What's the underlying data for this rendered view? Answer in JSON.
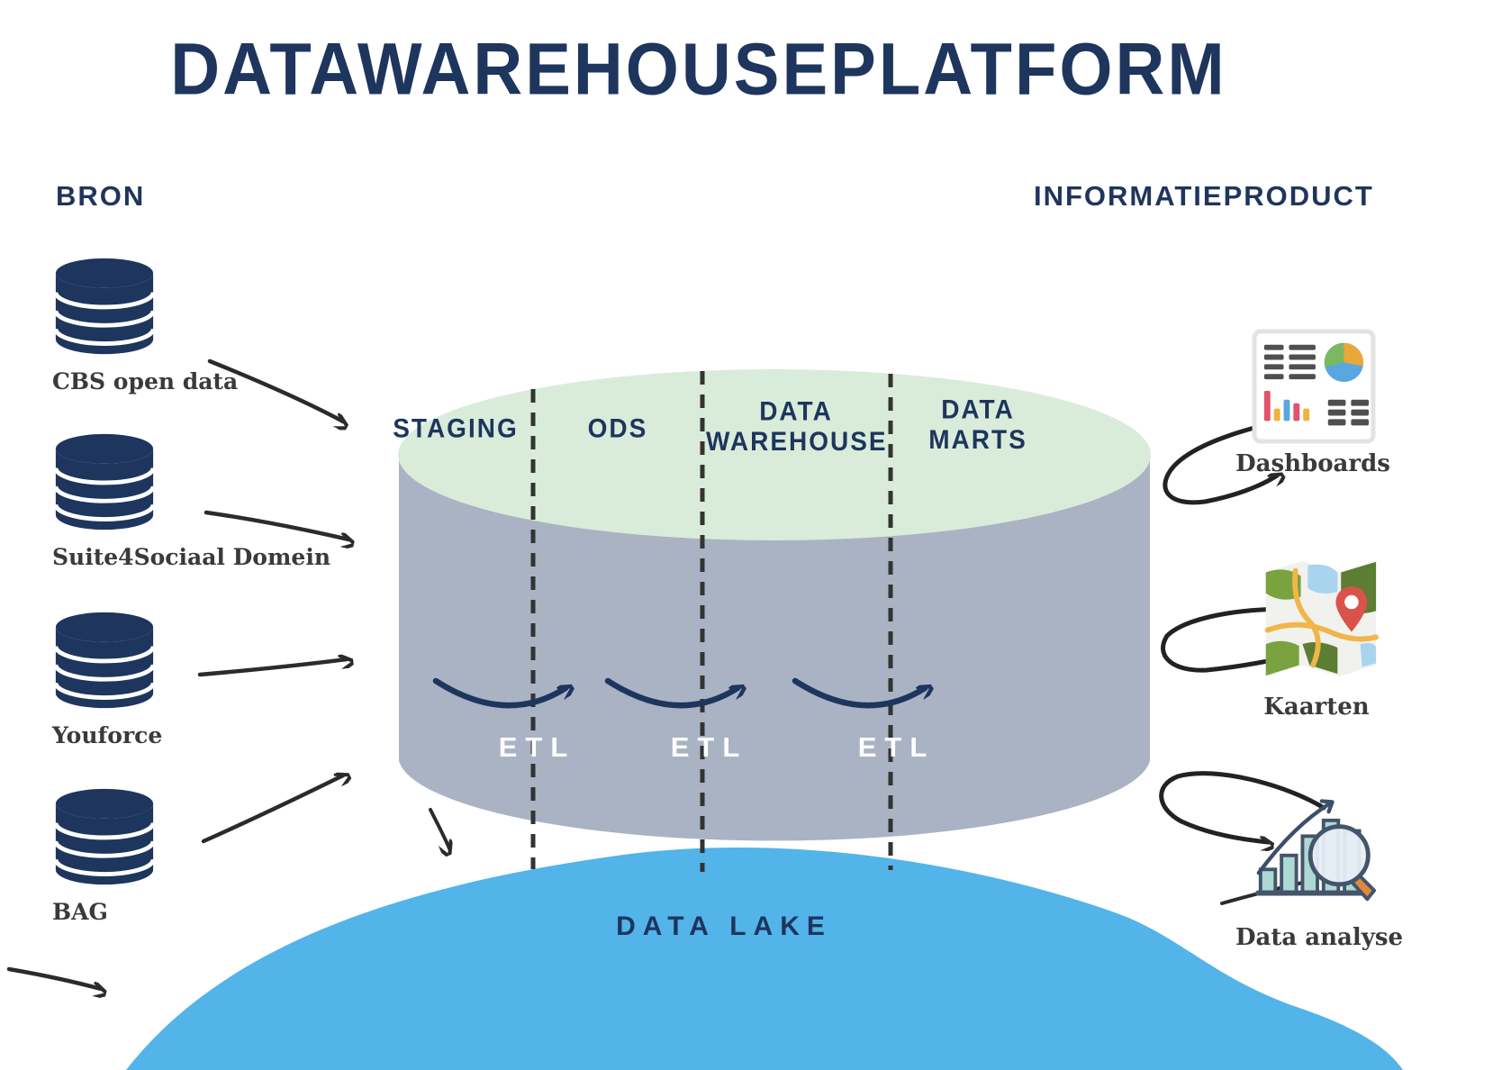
{
  "title": "DATAWAREHOUSEPLATFORM",
  "headers": {
    "source_column": "BRON",
    "product_column": "INFORMATIEPRODUCT"
  },
  "sources": [
    {
      "label": "CBS open data",
      "icon": "database-icon"
    },
    {
      "label": "Suite4Sociaal Domein",
      "icon": "database-icon"
    },
    {
      "label": "Youforce",
      "icon": "database-icon"
    },
    {
      "label": "BAG",
      "icon": "database-icon"
    }
  ],
  "cylinder": {
    "segments": [
      {
        "label": "STAGING"
      },
      {
        "label": "ODS"
      },
      {
        "label": "DATA WAREHOUSE"
      },
      {
        "label": "DATA MARTS"
      }
    ],
    "etl_labels": [
      "ETL",
      "ETL",
      "ETL"
    ]
  },
  "data_lake": {
    "label": "DATA LAKE"
  },
  "products": [
    {
      "label": "Dashboards",
      "icon": "dashboard-report-icon"
    },
    {
      "label": "Kaarten",
      "icon": "folded-map-icon"
    },
    {
      "label": "Data analyse",
      "icon": "chart-magnifier-icon"
    }
  ],
  "colors": {
    "navy": "#1e355e",
    "cylinder_top_green": "#d9ecda",
    "cylinder_body_gray": "#a9b3c3",
    "lake_blue": "#52b4e9",
    "arrow_black": "#2b2b2b",
    "label_gray": "#3a3a3a",
    "etl_text": "#ffffff"
  }
}
